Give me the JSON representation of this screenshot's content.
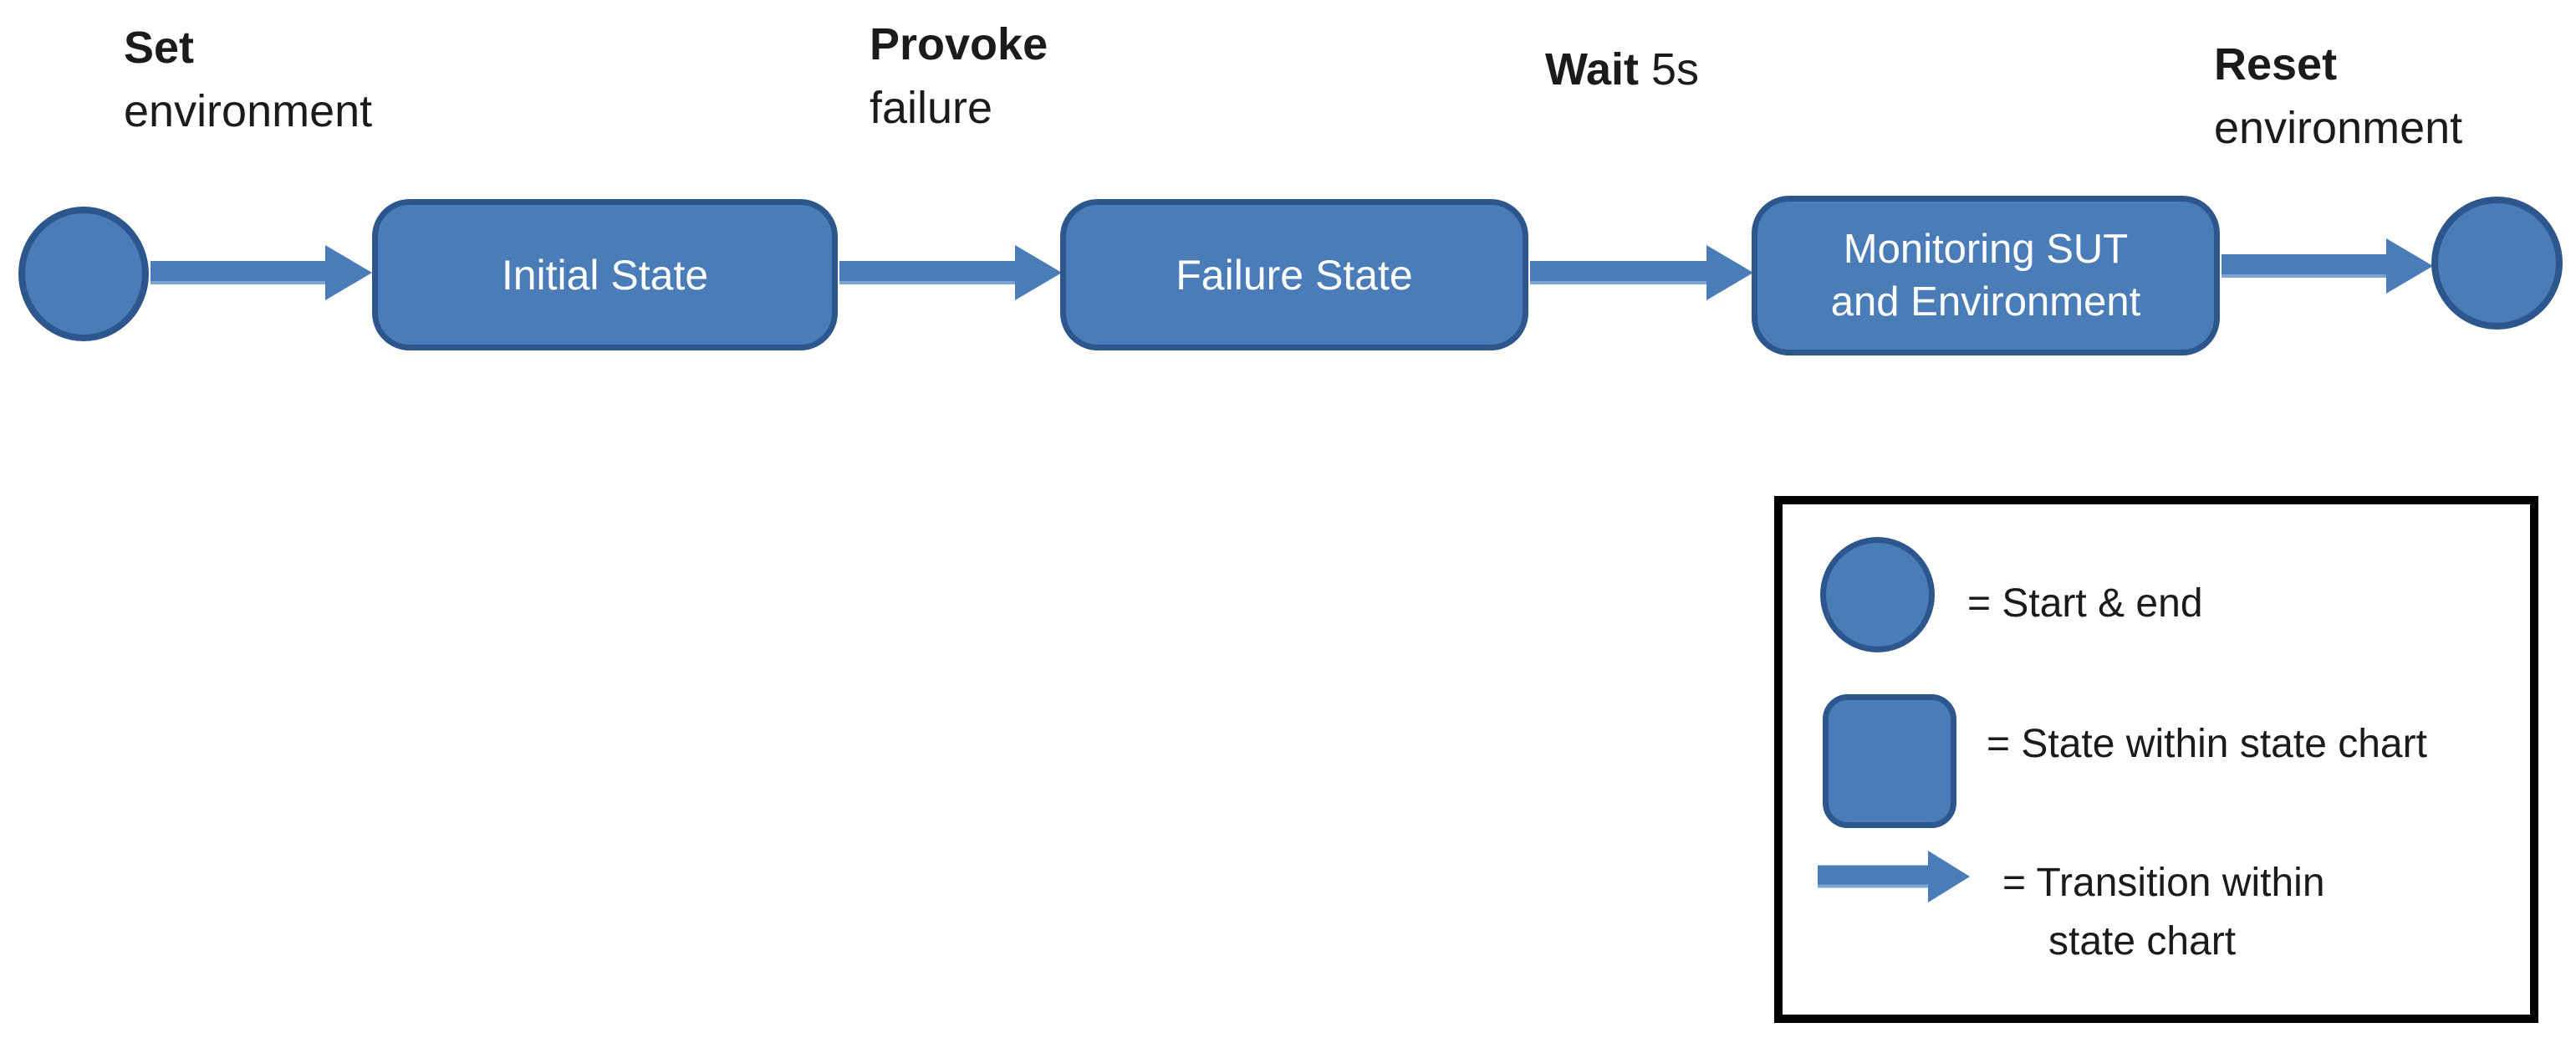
{
  "diagram": {
    "transitions": [
      {
        "keyword": "Set",
        "detail": "environment"
      },
      {
        "keyword": "Provoke",
        "detail": "failure"
      },
      {
        "keyword": "Wait",
        "detail": "5s"
      },
      {
        "keyword": "Reset",
        "detail": "environment"
      }
    ],
    "states": [
      {
        "label": "Initial State"
      },
      {
        "label": "Failure State"
      },
      {
        "label": "Monitoring SUT and Environment"
      }
    ]
  },
  "legend": {
    "start_end_label": "= Start & end",
    "state_label": "= State within state chart",
    "transition_label_line1": "= Transition within",
    "transition_label_line2": "state chart"
  },
  "colors": {
    "shape_fill": "#4a7cb8",
    "shape_border": "#2d568c",
    "arrow_highlight": "#7ba3d4",
    "state_text": "#ffffff",
    "label_text": "#1b1b1b",
    "legend_border": "#000000",
    "background": "#ffffff"
  }
}
